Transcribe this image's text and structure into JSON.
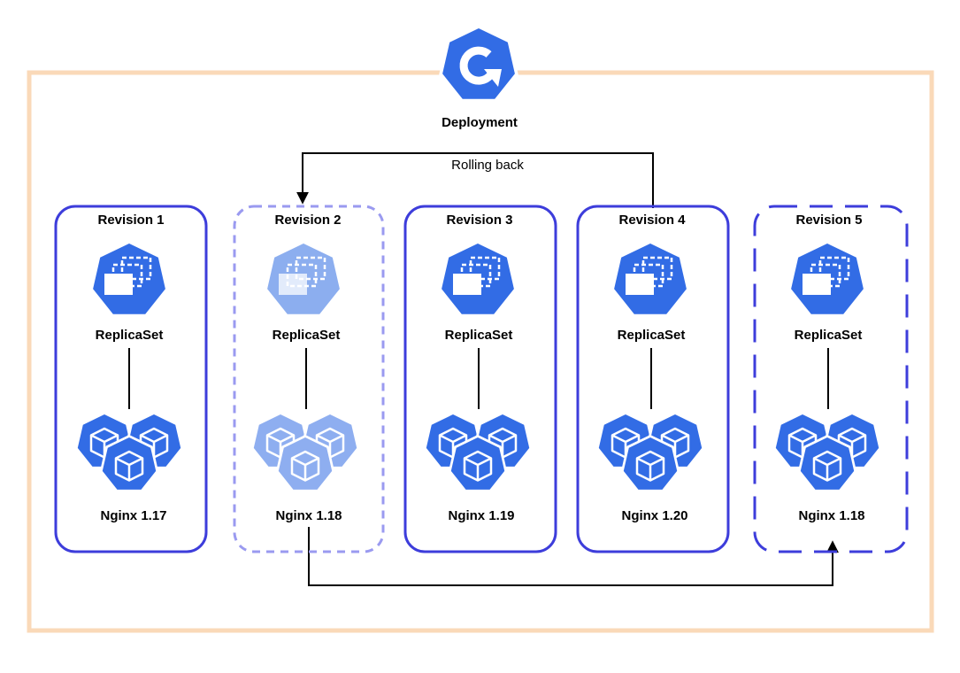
{
  "deployment": {
    "label": "Deployment",
    "icon": "deployment-rollout-icon"
  },
  "rollback_label": "Rolling back",
  "revisions": [
    {
      "title": "Revision 1",
      "replicaset": "ReplicaSet",
      "pods": "Nginx 1.17",
      "border": "solid",
      "faded": false
    },
    {
      "title": "Revision 2",
      "replicaset": "ReplicaSet",
      "pods": "Nginx 1.18",
      "border": "dashed",
      "faded": true
    },
    {
      "title": "Revision 3",
      "replicaset": "ReplicaSet",
      "pods": "Nginx 1.19",
      "border": "solid",
      "faded": false
    },
    {
      "title": "Revision 4",
      "replicaset": "ReplicaSet",
      "pods": "Nginx 1.20",
      "border": "solid",
      "faded": false
    },
    {
      "title": "Revision 5",
      "replicaset": "ReplicaSet",
      "pods": "Nginx 1.18",
      "border": "long-dashed",
      "faded": false
    }
  ],
  "colors": {
    "frame": "#FAD9B8",
    "revision_border": "#3D3DDB",
    "revision_border_faded": "#9A9AF0",
    "k8s_blue": "#326CE5",
    "k8s_blue_faded": "#8CAEEF"
  }
}
